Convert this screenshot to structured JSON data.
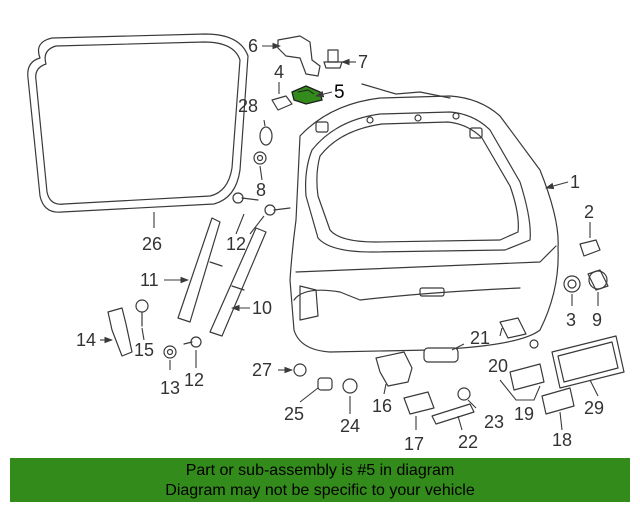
{
  "diagram": {
    "callouts": [
      "1",
      "2",
      "3",
      "4",
      "5",
      "6",
      "7",
      "8",
      "9",
      "10",
      "11",
      "12",
      "12",
      "13",
      "14",
      "15",
      "16",
      "17",
      "18",
      "19",
      "20",
      "21",
      "22",
      "23",
      "24",
      "25",
      "26",
      "27",
      "28",
      "29"
    ],
    "highlight_part": "5",
    "highlight_color": "#338b1b"
  },
  "footer": {
    "line1": "Part or sub-assembly is #5 in diagram",
    "line2": "Diagram may not be specific to your vehicle",
    "background": "#338b1b"
  }
}
